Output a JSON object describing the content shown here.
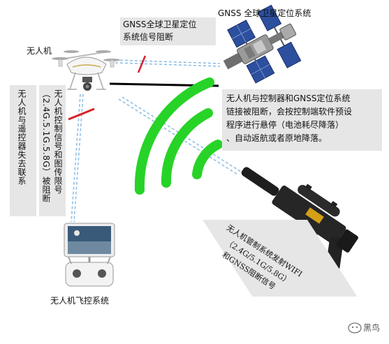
{
  "labels": {
    "drone": "无人机",
    "gnss_system": "GNSS 全球卫星定位系统",
    "gnss_blocked_1": "GNSS全球卫星定位",
    "gnss_blocked_2": "系统信号阻断",
    "control_lost_1": "无人机与遥控器失去联系",
    "control_blocked_1": "无人机控制信号和图传限号",
    "control_blocked_2": "（2.4G.5.1G.5.8G）被阻断",
    "ground_controller": "无人机飞控系统",
    "result_line1": "无人机与控制器和GNSS定位系统",
    "result_line2": "链接被阻断，会按控制端软件预设",
    "result_line3": "程序进行悬停（电池耗尽降落）",
    "result_line4": "、自动返航或者原地降落。",
    "gun_line1": "无人机管制系统发射WIFI",
    "gun_line2": "（2.4G/5.1G/5.8G）",
    "gun_line3": "和GNSS阻断信号",
    "watermark": "黑鸟"
  },
  "colors": {
    "signal_wave": "#27d327",
    "block_mark": "#d8202a",
    "link_dash": "#8fbfe6",
    "text_box": "#e6e6e6"
  }
}
